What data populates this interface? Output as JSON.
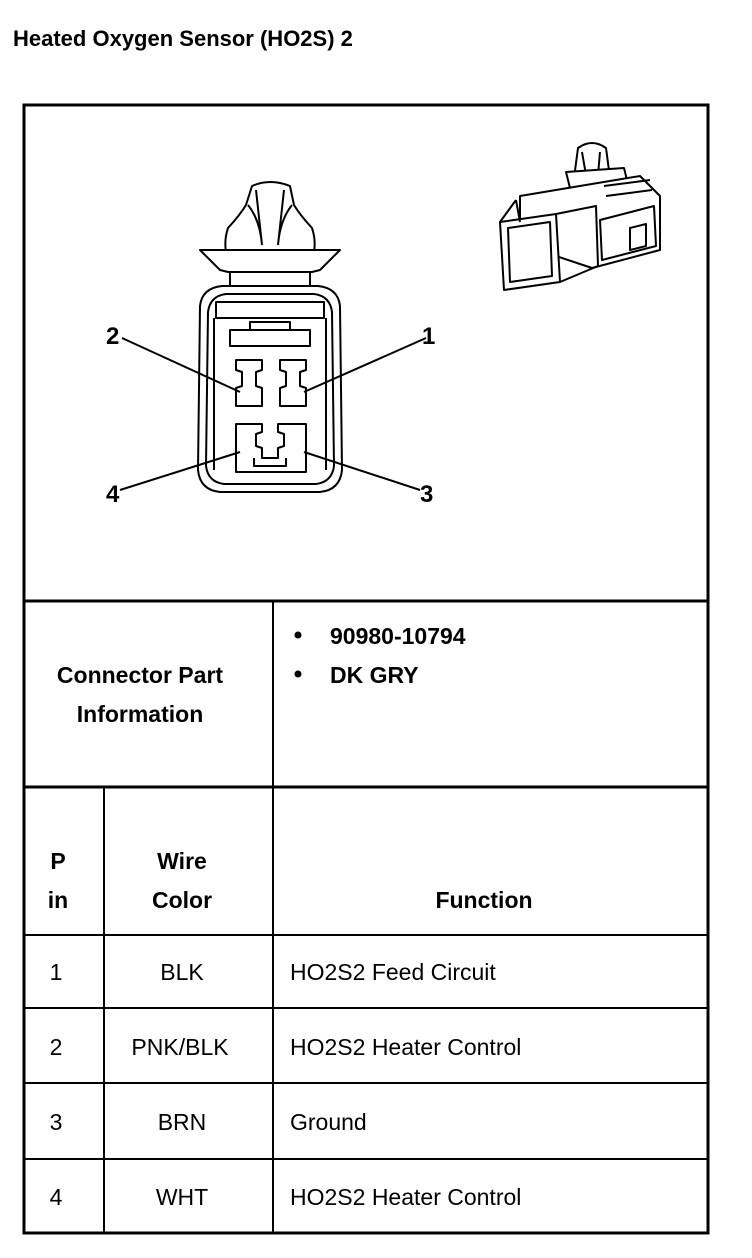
{
  "title": "Heated Oxygen Sensor (HO2S) 2",
  "diagram": {
    "pin_labels": [
      "1",
      "2",
      "3",
      "4"
    ]
  },
  "connector_info": {
    "label_line1": "Connector Part",
    "label_line2": "Information",
    "bullets": [
      "90980-10794",
      "DK GRY"
    ]
  },
  "table": {
    "headers": {
      "pin_line1": "P",
      "pin_line2": "in",
      "wire_line1": "Wire",
      "wire_line2": "Color",
      "function": "Function"
    },
    "rows": [
      {
        "pin": "1",
        "color": "BLK",
        "function": "HO2S2 Feed Circuit"
      },
      {
        "pin": "2",
        "color": "PNK/BLK",
        "function": "HO2S2 Heater Control"
      },
      {
        "pin": "3",
        "color": "BRN",
        "function": "Ground"
      },
      {
        "pin": "4",
        "color": "WHT",
        "function": "HO2S2 Heater Control"
      }
    ]
  }
}
